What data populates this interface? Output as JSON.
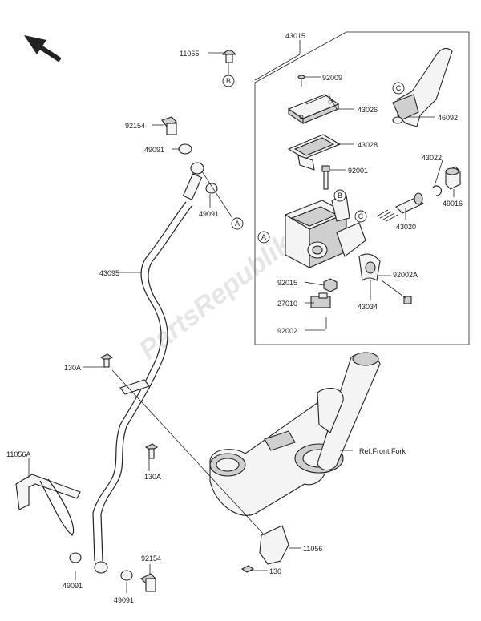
{
  "diagram": {
    "watermark": "PartsRepublik",
    "callouts": {
      "p11065": "11065",
      "p43015": "43015",
      "p92009": "92009",
      "p43026": "43026",
      "p43028": "43028",
      "p46092": "46092",
      "p92001": "92001",
      "p43022": "43022",
      "p49016": "49016",
      "p43020": "43020",
      "p92015": "92015",
      "p92002a": "92002A",
      "p27010": "27010",
      "p43034": "43034",
      "p92002": "92002",
      "p92154_top": "92154",
      "p49091_a": "49091",
      "p49091_b": "49091",
      "p43095": "43095",
      "p130a_1": "130A",
      "p130a_2": "130A",
      "p11056a": "11056A",
      "p11056": "11056",
      "p130": "130",
      "p92154_bot": "92154",
      "p49091_c": "49091",
      "p49091_d": "49091",
      "ref_fork": "Ref.Front Fork"
    },
    "markers": {
      "a1": "A",
      "a2": "A",
      "b1": "B",
      "b2": "B",
      "c1": "C",
      "c2": "C"
    }
  }
}
